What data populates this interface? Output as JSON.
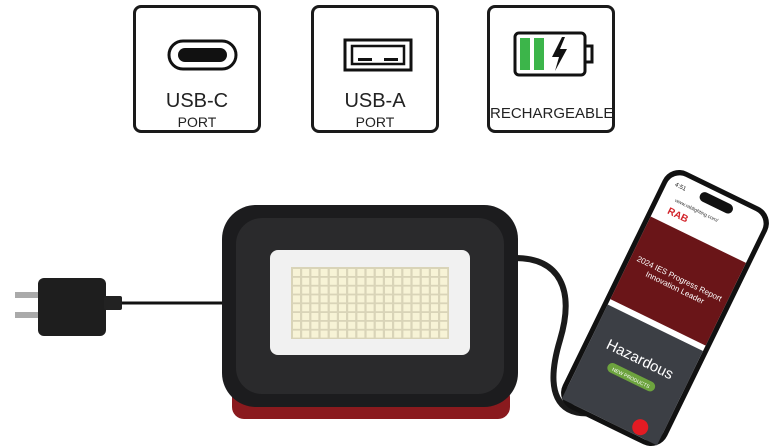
{
  "badges": [
    {
      "label": "USB-C",
      "sublabel": "PORT",
      "icon": "usb-c-port-icon"
    },
    {
      "label": "USB-A",
      "sublabel": "PORT",
      "icon": "usb-a-port-icon"
    },
    {
      "label": "RECHARGEABLE",
      "icon": "battery-charging-icon"
    }
  ],
  "colors": {
    "battery_green": "#3cb54a",
    "light_body": "#1c1c1e",
    "light_base": "#8a1a1e",
    "phone_banner": "#6a1518",
    "rab_red": "#d2232a"
  },
  "phone": {
    "time": "4:51",
    "url": "www.rablighting.com/",
    "brand": "RAB",
    "banner_line1": "2024 IES Progress Report",
    "banner_line2": "Innovation Leader",
    "hero_title": "Hazardous",
    "hero_button": "NEW PRODUCTS"
  }
}
